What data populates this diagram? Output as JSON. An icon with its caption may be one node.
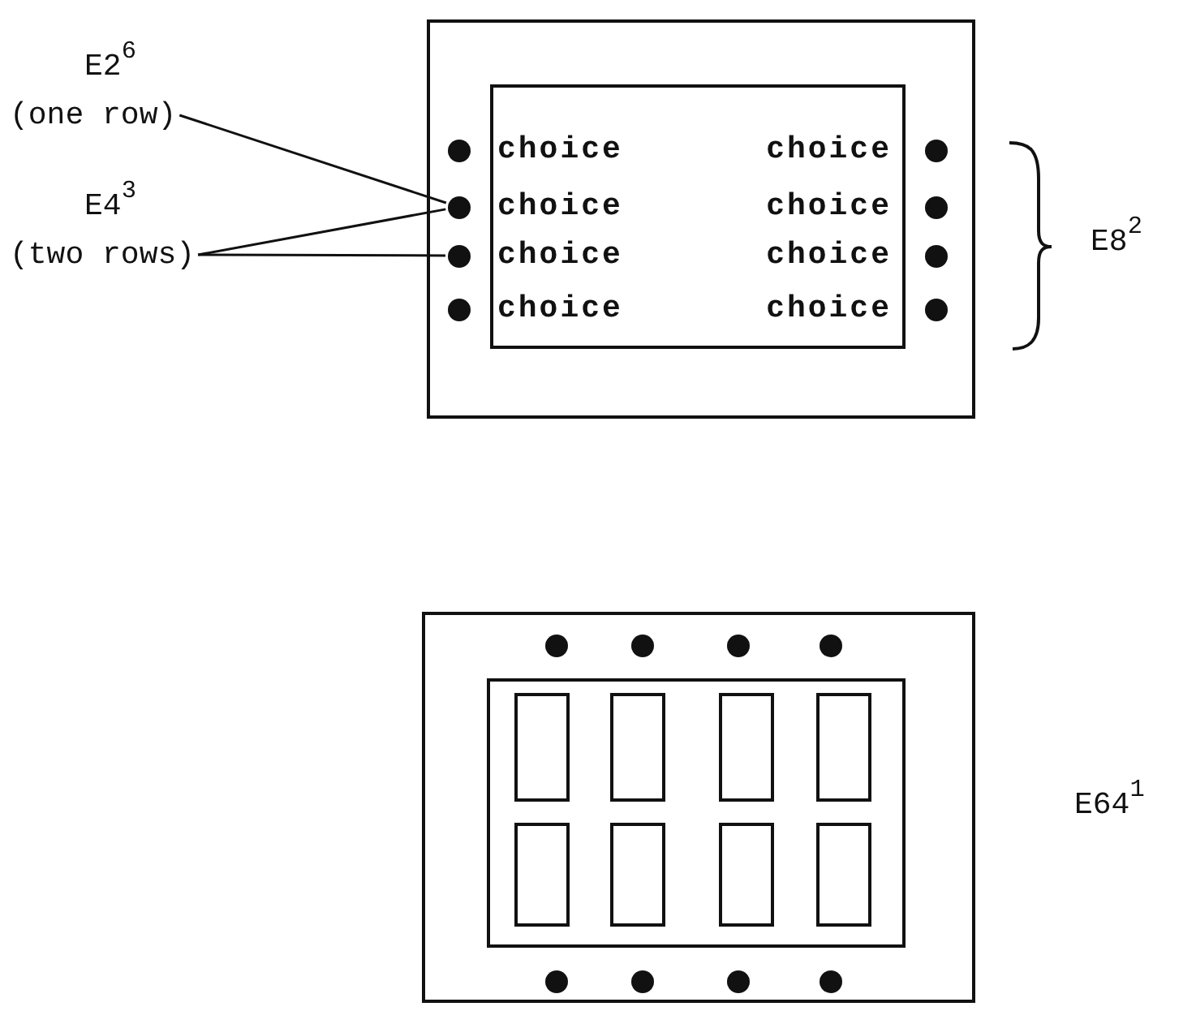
{
  "diagram": {
    "nodes": [
      {
        "text": [],
        "shape": "box"
      },
      {
        "text": [
          "choice",
          "choice",
          "choice",
          "choice",
          "choice",
          "choice",
          "choice",
          "choice"
        ],
        "in": 0
      },
      {
        "text": [],
        "shape": "circle",
        "in": 0
      },
      {
        "text": [],
        "shape": "circle",
        "in": 0
      },
      {
        "text": [],
        "shape": "circle",
        "in": 0
      },
      {
        "text": [],
        "shape": "circle",
        "in": 0
      },
      {
        "text": [],
        "shape": "circle",
        "in": 0
      },
      {
        "text": [],
        "shape": "circle",
        "in": 0
      },
      {
        "text": [],
        "shape": "circle",
        "in": 0
      },
      {
        "text": [],
        "shape": "circle",
        "in": 0
      },
      {
        "text": [
          "E2$^{6}$",
          "(one row)"
        ]
      },
      {
        "text": [
          "E4$^{3}$",
          "(two rows)"
        ]
      },
      {
        "text": [],
        "shape": "box"
      },
      {
        "text": [],
        "shape": "box",
        "in": 12
      },
      {
        "text": [],
        "shape": "circle",
        "in": 12
      },
      {
        "text": [],
        "shape": "circle",
        "in": 12
      },
      {
        "text": [],
        "shape": "circle",
        "in": 12
      },
      {
        "text": [],
        "shape": "circle",
        "in": 12
      },
      {
        "text": [],
        "shape": "box",
        "in": 13
      },
      {
        "text": [],
        "shape": "box",
        "in": 13
      },
      {
        "text": [],
        "shape": "box",
        "in": 13
      },
      {
        "text": [],
        "shape": "box",
        "in": 13
      },
      {
        "text": [],
        "shape": "box",
        "in": 13
      },
      {
        "text": [],
        "shape": "box",
        "in": 13
      },
      {
        "text": [],
        "shape": "box",
        "in": 13
      },
      {
        "text": [],
        "shape": "box",
        "in": 13
      },
      {
        "text": [],
        "shape": "circle",
        "in": 12
      },
      {
        "text": [],
        "shape": "circle",
        "in": 12
      },
      {
        "text": [],
        "shape": "circle",
        "in": 12
      },
      {
        "text": [],
        "shape": "circle",
        "in": 12
      }
    ],
    "edges": [
      {
        "from": 10,
        "to": 3,
        "arrow": "none"
      },
      {
        "from": 11,
        "to": 3,
        "arrow": "none"
      },
      {
        "from": 11,
        "to": 4,
        "arrow": "none"
      }
    ],
    "labels": [
      "E8$^{2}$",
      "E64$^{1}$"
    ]
  }
}
